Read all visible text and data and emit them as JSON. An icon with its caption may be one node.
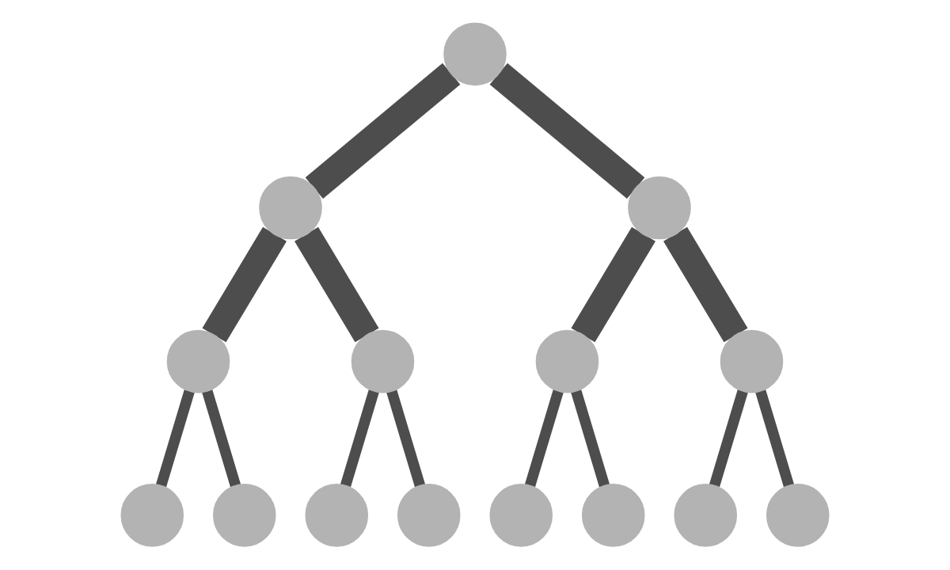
{
  "diagram": {
    "nodes": [
      {
        "text": [],
        "shape": "circle"
      },
      {
        "text": [],
        "shape": "circle"
      },
      {
        "text": [],
        "shape": "circle"
      },
      {
        "text": [],
        "shape": "circle"
      },
      {
        "text": [],
        "shape": "circle"
      },
      {
        "text": [],
        "shape": "circle"
      },
      {
        "text": [],
        "shape": "circle"
      },
      {
        "text": [],
        "shape": "circle"
      },
      {
        "text": [],
        "shape": "circle"
      },
      {
        "text": [],
        "shape": "circle"
      },
      {
        "text": [],
        "shape": "circle"
      },
      {
        "text": [],
        "shape": "circle"
      },
      {
        "text": [],
        "shape": "circle"
      },
      {
        "text": [],
        "shape": "circle"
      },
      {
        "text": [],
        "shape": "circle"
      }
    ],
    "edges": [
      {
        "from": 0,
        "to": 1,
        "arrow": "none",
        "style": "thick"
      },
      {
        "from": 0,
        "to": 2,
        "arrow": "none",
        "style": "thick"
      },
      {
        "from": 1,
        "to": 3,
        "arrow": "none",
        "style": "thick"
      },
      {
        "from": 1,
        "to": 4,
        "arrow": "none",
        "style": "thick"
      },
      {
        "from": 2,
        "to": 5,
        "arrow": "none",
        "style": "thick"
      },
      {
        "from": 2,
        "to": 6,
        "arrow": "none",
        "style": "thick"
      },
      {
        "from": 3,
        "to": 7,
        "arrow": "none"
      },
      {
        "from": 3,
        "to": 8,
        "arrow": "none"
      },
      {
        "from": 4,
        "to": 9,
        "arrow": "none"
      },
      {
        "from": 4,
        "to": 10,
        "arrow": "none"
      },
      {
        "from": 5,
        "to": 11,
        "arrow": "none"
      },
      {
        "from": 5,
        "to": 12,
        "arrow": "none"
      },
      {
        "from": 6,
        "to": 13,
        "arrow": "none"
      },
      {
        "from": 6,
        "to": 14,
        "arrow": "none"
      }
    ]
  }
}
